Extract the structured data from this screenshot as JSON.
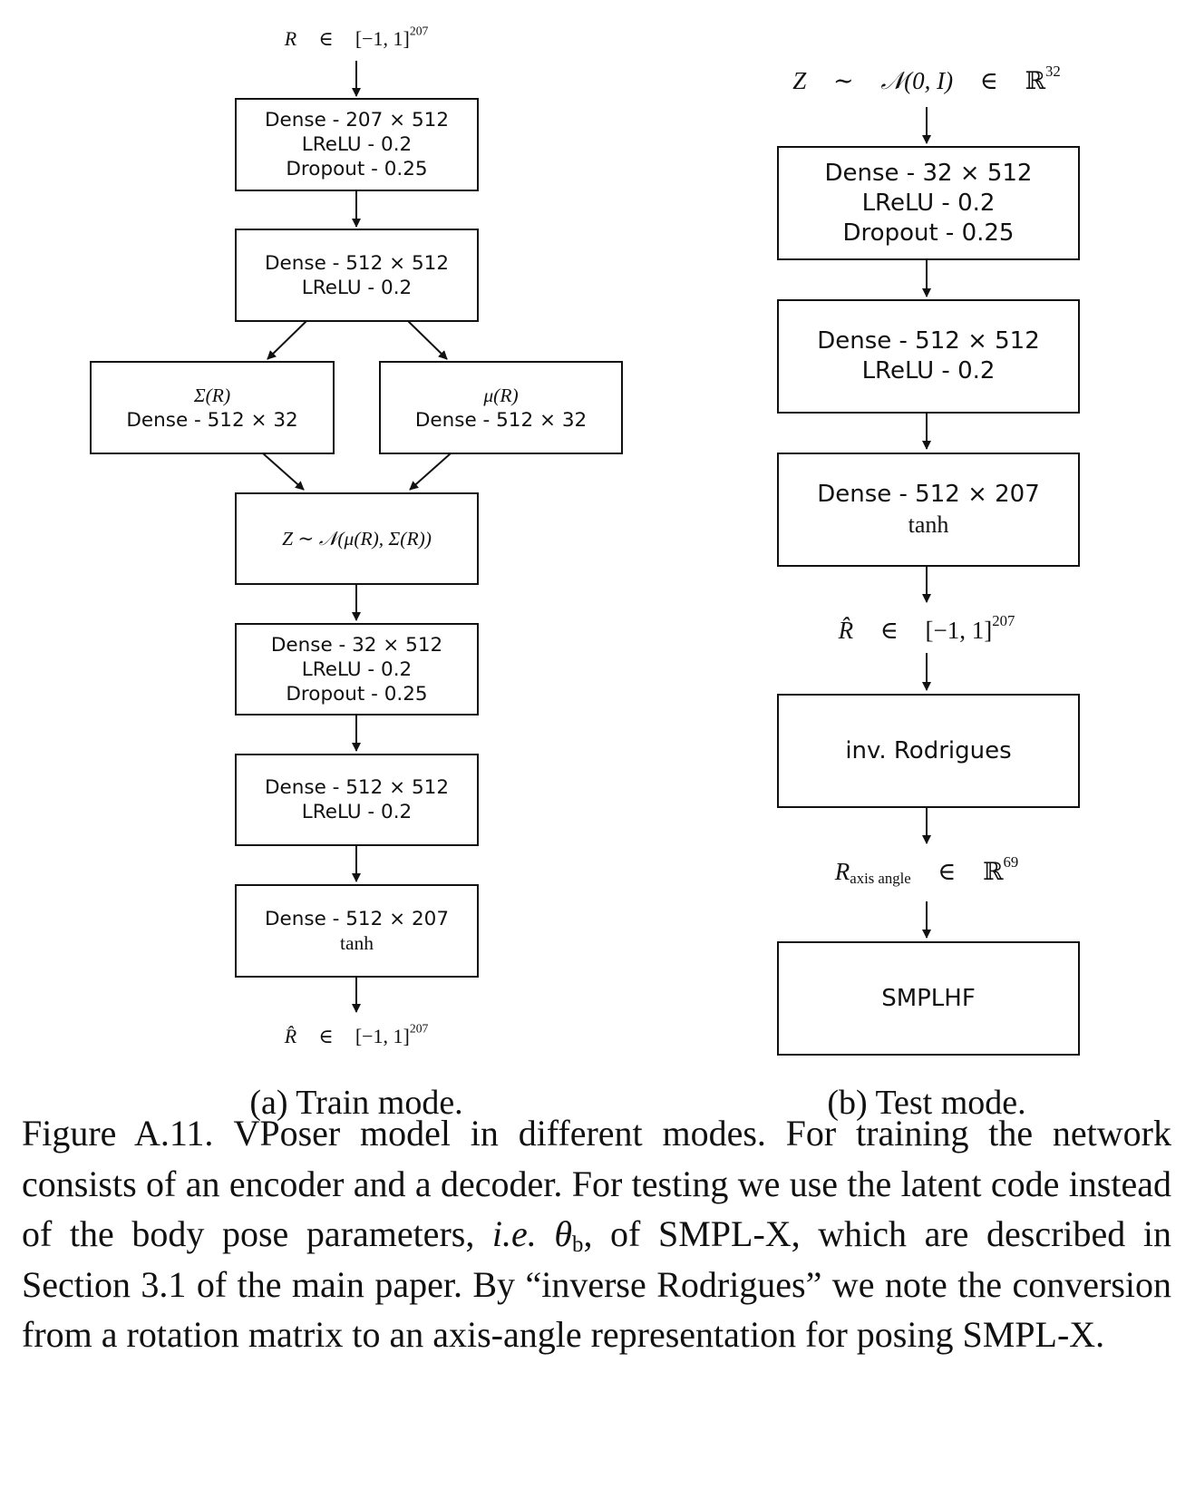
{
  "train": {
    "input_label": {
      "lhs": "R",
      "op": "∈",
      "set": "[−1, 1]",
      "exp": "207"
    },
    "boxes": {
      "enc1": [
        "Dense - 207 × 512",
        "LReLU - 0.2",
        "Dropout - 0.25"
      ],
      "enc2": [
        "Dense - 512 × 512",
        "LReLU - 0.2"
      ],
      "sigma": [
        "Σ(R)",
        "Dense - 512 × 32"
      ],
      "mu": [
        "μ(R)",
        "Dense - 512 × 32"
      ],
      "latent": "Z ∼ 𝒩(μ(R), Σ(R))",
      "dec1": [
        "Dense - 32 × 512",
        "LReLU - 0.2",
        "Dropout - 0.25"
      ],
      "dec2": [
        "Dense - 512 × 512",
        "LReLU - 0.2"
      ],
      "dec3": [
        "Dense - 512 × 207",
        "tanh"
      ]
    },
    "output_label": {
      "lhs": "R̂",
      "op": "∈",
      "set": "[−1, 1]",
      "exp": "207"
    },
    "caption": "(a) Train mode."
  },
  "test": {
    "input_label": {
      "lhs": "Z",
      "op1": "∼",
      "dist": "𝒩(0, I)",
      "op2": "∈",
      "set": "ℝ",
      "exp": "32"
    },
    "boxes": {
      "dec1": [
        "Dense - 32 × 512",
        "LReLU - 0.2",
        "Dropout - 0.25"
      ],
      "dec2": [
        "Dense - 512 × 512",
        "LReLU - 0.2"
      ],
      "dec3": [
        "Dense - 512 × 207",
        "tanh"
      ],
      "rodrigues": "inv. Rodrigues",
      "smpl": "SMPLHF"
    },
    "mid_label": {
      "lhs": "R̂",
      "op": "∈",
      "set": "[−1, 1]",
      "exp": "207"
    },
    "axis_label": {
      "lhs": "R",
      "sub": "axis angle",
      "op": "∈",
      "set": "ℝ",
      "exp": "69"
    },
    "caption": "(b) Test mode."
  },
  "figure_caption": {
    "number": "Figure A.11.",
    "text_1": "VPoser model in different modes. For training the network consists of an encoder and a decoder. For testing we use the latent code instead of the body pose parameters, ",
    "ie": "i.e.",
    "theta": "θ",
    "theta_sub": "b",
    "text_2": ", of SMPL-X, which are described in Section 3.1 of the main paper. By “inverse Rodrigues” we note the conversion from a rotation matrix to an axis-angle representation for posing SMPL-X."
  }
}
